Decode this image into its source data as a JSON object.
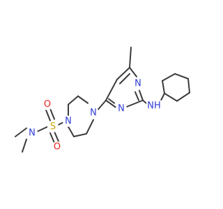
{
  "molecule": {
    "colors": {
      "bond": "#3b3b3b",
      "N": "#2f3cd6",
      "S": "#c9a400",
      "O": "#e8231f"
    },
    "labels": {
      "n_sulfonamide": "N",
      "n_piperazine_left": "N",
      "n_piperazine_right": "N",
      "n_pyrimidine_1": "N",
      "n_pyrimidine_3": "N",
      "nh": "NH",
      "s": "S",
      "o_up": "O",
      "o_down": "O"
    }
  }
}
